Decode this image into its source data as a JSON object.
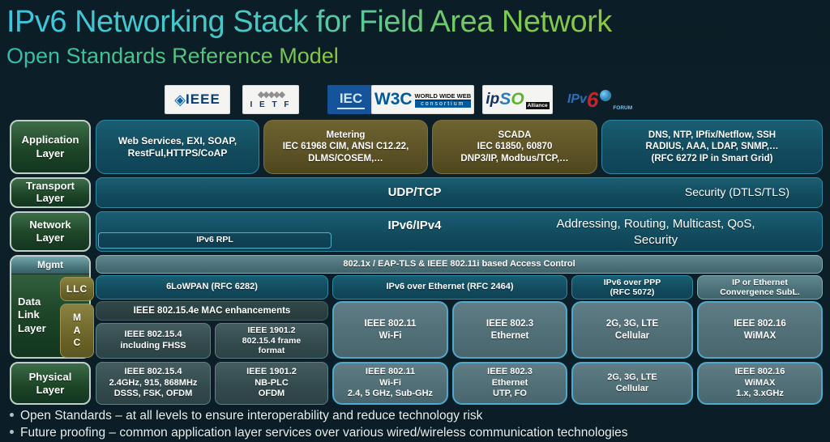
{
  "slide": {
    "title": "IPv6 Networking Stack for Field Area Network",
    "subtitle": "Open Standards Reference Model"
  },
  "logos": {
    "ieee_diamond": "◈",
    "ieee": "IEEE",
    "ietf_diamonds": "◆◆◆◆◆",
    "ietf": "I E T F",
    "iec": "IEC",
    "w3c": "W3C",
    "w3c_line1": "WORLD WIDE WEB",
    "w3c_line2": "consortium",
    "ipso_ip": "ip",
    "ipso_s": "S",
    "ipso_o": "O",
    "ipso_sub": "Alliance",
    "ipv6f_ipv": "IPv",
    "ipv6f_6": "6",
    "ipv6f_forum": "FORUM"
  },
  "layer_labels": {
    "application": "Application\nLayer",
    "transport": "Transport\nLayer",
    "network": "Network\nLayer",
    "mgmt": "Mgmt",
    "datalink": "Data Link Layer",
    "llc": "LLC",
    "mac": "MAC",
    "physical": "Physical\nLayer"
  },
  "application_row": [
    {
      "text": "Web Services, EXI, SOAP,\nRestFul,HTTPS/CoAP"
    },
    {
      "text": "Metering\nIEC 61968 CIM, ANSI C12.22,\nDLMS/COSEM,…"
    },
    {
      "text": "SCADA\nIEC 61850, 60870\nDNP3/IP, Modbus/TCP,…"
    },
    {
      "text": "DNS, NTP, IPfix/Netflow, SSH\nRADIUS, AAA, LDAP, SNMP,…\n(RFC 6272 IP in Smart Grid)"
    }
  ],
  "transport_row": {
    "main": "UDP/TCP",
    "right": "Security (DTLS/TLS)"
  },
  "network_row": {
    "main": "IPv6/IPv4",
    "right": "Addressing, Routing, Multicast, QoS,\nSecurity",
    "sub": "IPv6 RPL"
  },
  "mgmt_band": "802.1x / EAP-TLS & IEEE 802.11i based Access Control",
  "llc_row": [
    "6LoWPAN (RFC 6282)",
    "IPv6 over Ethernet (RFC 2464)",
    "IPv6 over PPP\n(RFC 5072)",
    "IP or Ethernet\nConvergence SubL."
  ],
  "mac_rows": {
    "enhancements": "IEEE 802.15.4e MAC enhancements",
    "boxes": [
      "IEEE 802.15.4\nincluding FHSS",
      "IEEE 1901.2\n802.15.4 frame\nformat"
    ],
    "tall": [
      "IEEE 802.11\nWi-Fi",
      "IEEE 802.3\nEthernet",
      "2G, 3G, LTE\nCellular",
      "IEEE 802.16\nWiMAX"
    ]
  },
  "physical_row": [
    "IEEE 802.15.4\n2.4GHz, 915, 868MHz\nDSSS, FSK, OFDM",
    "IEEE 1901.2\nNB-PLC\nOFDM",
    "IEEE 802.11\nWi-Fi\n2.4, 5 GHz, Sub-GHz",
    "IEEE 802.3\nEthernet\nUTP, FO",
    "2G, 3G, LTE\nCellular",
    "IEEE 802.16\nWiMAX\n1.x, 3.xGHz"
  ],
  "bullets": [
    "Open Standards – at all levels to ensure interoperability and reduce technology risk",
    "Future proofing – common application layer services over various wired/wireless communication technologies"
  ]
}
